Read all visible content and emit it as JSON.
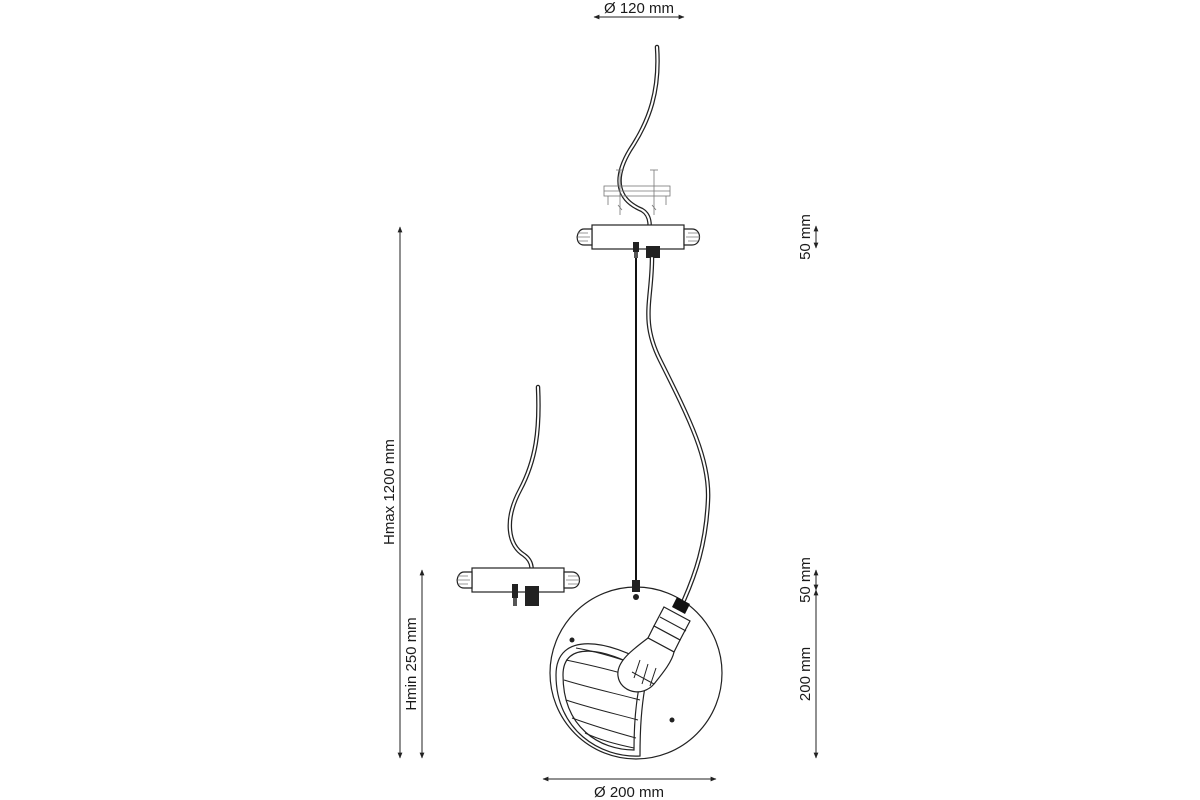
{
  "dimensions": {
    "canopy_diameter": "Ø 120 mm",
    "shade_diameter": "Ø 200 mm",
    "canopy_height": "50 mm",
    "holder_height": "50 mm",
    "shade_height": "200 mm",
    "height_max": "Hmax 1200 mm",
    "height_min": "Hmin 250 mm"
  },
  "colors": {
    "line": "#222222",
    "background": "#ffffff"
  }
}
